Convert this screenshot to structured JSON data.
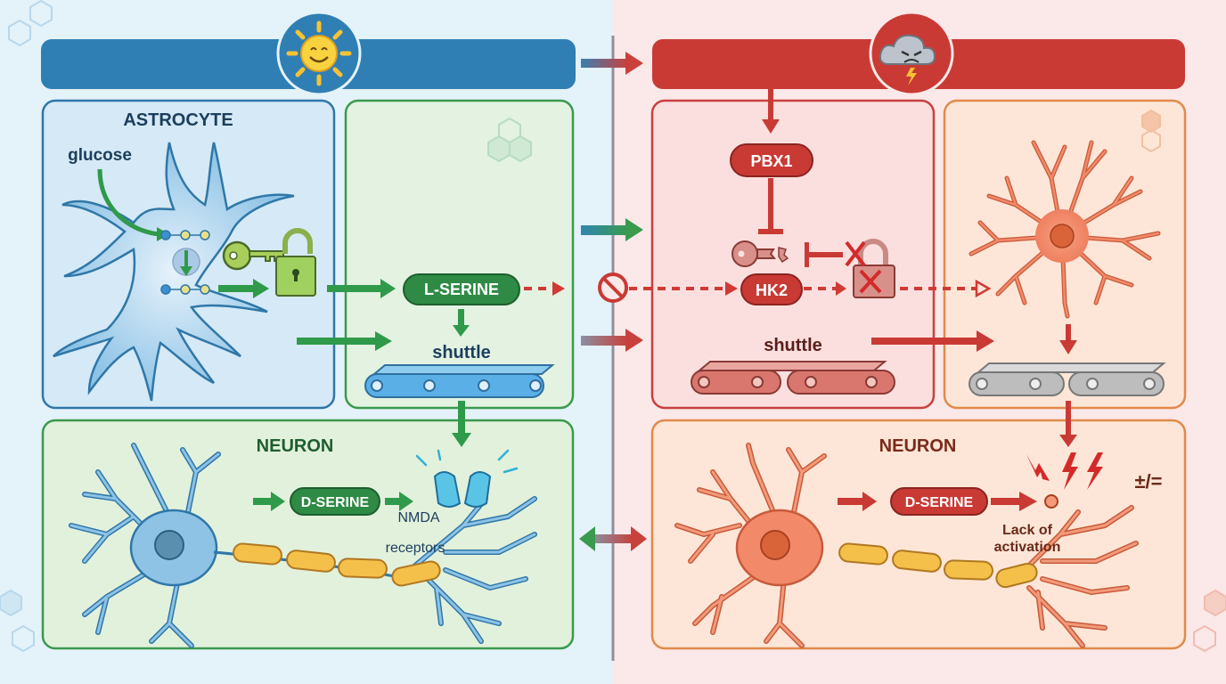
{
  "left": {
    "header_icon": "sun-smiling-icon",
    "astrocyte_title": "ASTROCYTE",
    "glucose_label": "glucose",
    "l_serine": "L-SERINE",
    "shuttle": "shuttle",
    "neuron_title": "NEURON",
    "d_serine": "D-SERINE",
    "nmda_line1": "NMDA",
    "nmda_line2": "receptors"
  },
  "right": {
    "header_icon": "storm-cloud-angry-icon",
    "pbx1": "PBX1",
    "hk2": "HK2",
    "shuttle": "shuttle",
    "neuron_title": "NEURON",
    "d_serine": "D-SERINE",
    "lack_line1": "Lack of",
    "lack_line2": "activation",
    "symbol": "±/="
  },
  "colors": {
    "healthy_blue": "#2f7fb5",
    "healthy_green": "#3a9a4e",
    "disease_red": "#c93a35",
    "disease_orange": "#e08a4a"
  }
}
